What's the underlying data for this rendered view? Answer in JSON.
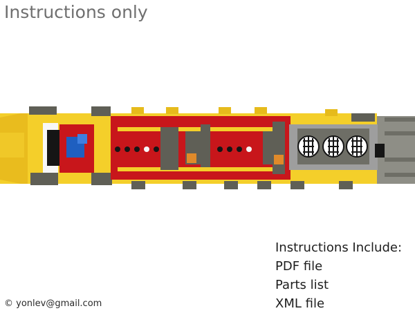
{
  "header": {
    "title": "Instructions only"
  },
  "info": {
    "heading": "Instructions Include:",
    "items": [
      "PDF file",
      "Parts list",
      "XML file"
    ]
  },
  "footer": {
    "copyright": "© yonlev@gmail.com"
  },
  "model": {
    "description_icon": "locomotive-model-image"
  },
  "colors": {
    "yellow": "#f4cf2a",
    "red": "#c8161b",
    "dark_gray": "#5f5f56",
    "light_gray": "#9e9e9e",
    "blue": "#1f5fc0",
    "black": "#111111",
    "orange": "#e08a2a",
    "title_gray": "#6f6f6f"
  }
}
